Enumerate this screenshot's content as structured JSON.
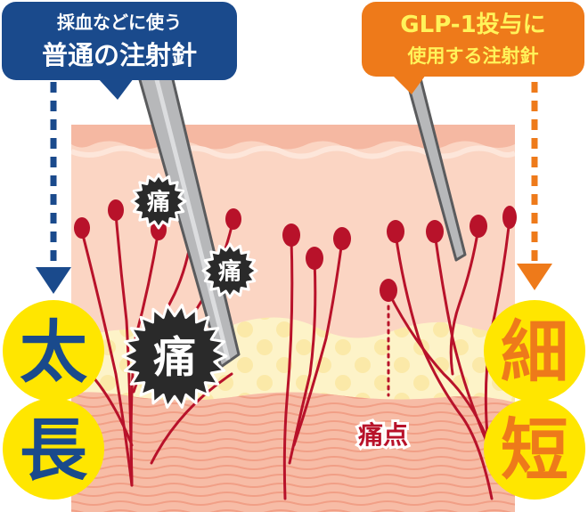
{
  "left_label": {
    "line1": "採血などに使う",
    "line2": "普通の注射針",
    "color": "#1a4a8c"
  },
  "right_label": {
    "line1": "GLP-1投与に",
    "line2": "使用する注射針",
    "color": "#ee7a1a"
  },
  "left_circles": {
    "top": "太",
    "bottom": "長",
    "text_color": "#1a4a8c",
    "fill": "#ffe600"
  },
  "right_circles": {
    "top": "細",
    "bottom": "短",
    "text_color": "#ee7a1a",
    "fill": "#ffe600"
  },
  "pain_bursts": [
    "痛",
    "痛",
    "痛"
  ],
  "pain_point_label": "痛点",
  "colors": {
    "nerve": "#b8122a",
    "skin_top": "#f4b9a3",
    "skin_mid": "#fbd5c3",
    "fat": "#fdf3c8",
    "muscle": "#f6b39c"
  }
}
